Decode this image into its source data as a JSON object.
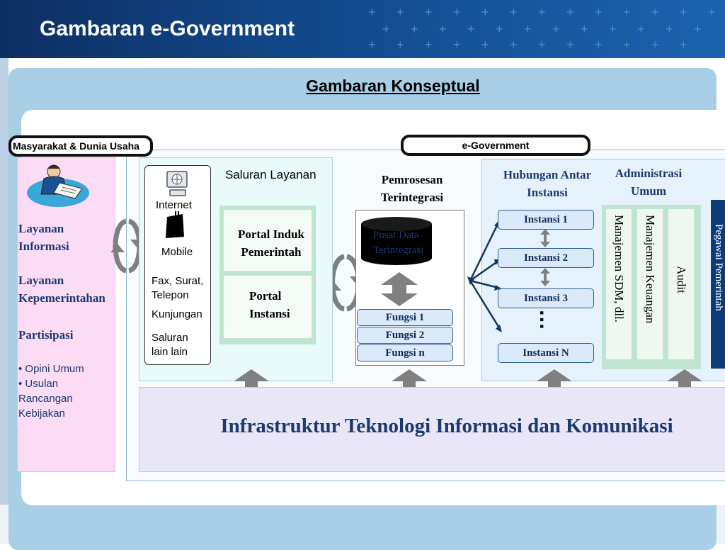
{
  "slide": {
    "title": "Gambaran e-Government"
  },
  "panel": {
    "heading": "Gambaran Konseptual"
  },
  "pills": {
    "left": "Masyarakat & Dunia Usaha",
    "center": "e-Government"
  },
  "left_column": {
    "layanan_informasi": "Layanan Informasi",
    "layanan_kepemerintahan": "Layanan Kepemerintahan",
    "partisipasi": "Partisipasi",
    "bullets": [
      "Opini Umum",
      "Usulan Rancangan Kebijakan"
    ]
  },
  "saluran": {
    "title": "Saluran Layanan",
    "channels": {
      "internet": "Internet",
      "mobile": "Mobile",
      "fax": "Fax, Surat, Telepon",
      "kunjungan": "Kunjungan",
      "lain": "Saluran lain lain"
    },
    "portal_induk": "Portal Induk Pemerintah",
    "portal_instansi": "Portal Instansi"
  },
  "pemrosesan": {
    "title": "Pemrosesan Terintegrasi",
    "pusat_data": "Pusat Data Terintegrasi",
    "fungsi": [
      "Fungsi 1",
      "Fungsi 2",
      "Fungsi n"
    ]
  },
  "hubungan": {
    "title": "Hubungan Antar Instansi",
    "instansi": [
      "Instansi 1",
      "Instansi 2",
      "Instansi 3",
      "Instansi N"
    ],
    "ellipsis": "…"
  },
  "administrasi": {
    "title": "Administrasi Umum",
    "columns": [
      "Manajemen SDM, dll.",
      "Manajemen Keuangan",
      "Audit"
    ],
    "pegawai": "Pegawai Pemerintah"
  },
  "infrastruktur": {
    "title": "Infrastruktur Teknologi Informasi dan Komunikasi"
  },
  "colors": {
    "header": "#124a8c",
    "panel": "#a8cfe6",
    "text_blue": "#1a3a70",
    "pegawai": "#0d3b7a"
  }
}
